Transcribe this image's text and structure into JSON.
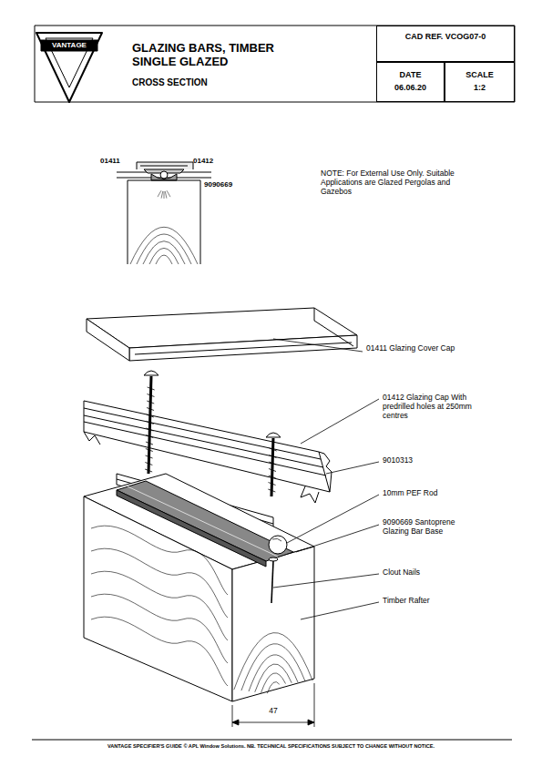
{
  "diagram": {
    "title": "GLAZING BARS, TIMBER SINGLE GLAZED",
    "nodes": [
      {
        "text": [
          "CAD REF. VCOG07-0"
        ]
      },
      {
        "text": [
          "DATE",
          "06.06.20"
        ]
      },
      {
        "text": [
          "SCALE",
          "1:2"
        ]
      }
    ],
    "labels": [
      "VANTAGE",
      "CROSS SECTION",
      "01411",
      "01412",
      "9090669",
      "NOTE: For External Use Only. Suitable Applications are Glazed Pergolas and Gazebos",
      "01411 Glazing Cover Cap",
      "01412 Glazing Cap With predrilled holes at 250mm centres",
      "9010313",
      "10mm PEF Rod",
      "9090669 Santoprene Glazing Bar Base",
      "Clout Nails",
      "Timber Rafter",
      "47",
      "VANTAGE SPECIFIER'S GUIDE © APL Window Solutions. NB. TECHNICAL SPECIFICATIONS SUBJECT TO CHANGE WITHOUT NOTICE."
    ]
  }
}
